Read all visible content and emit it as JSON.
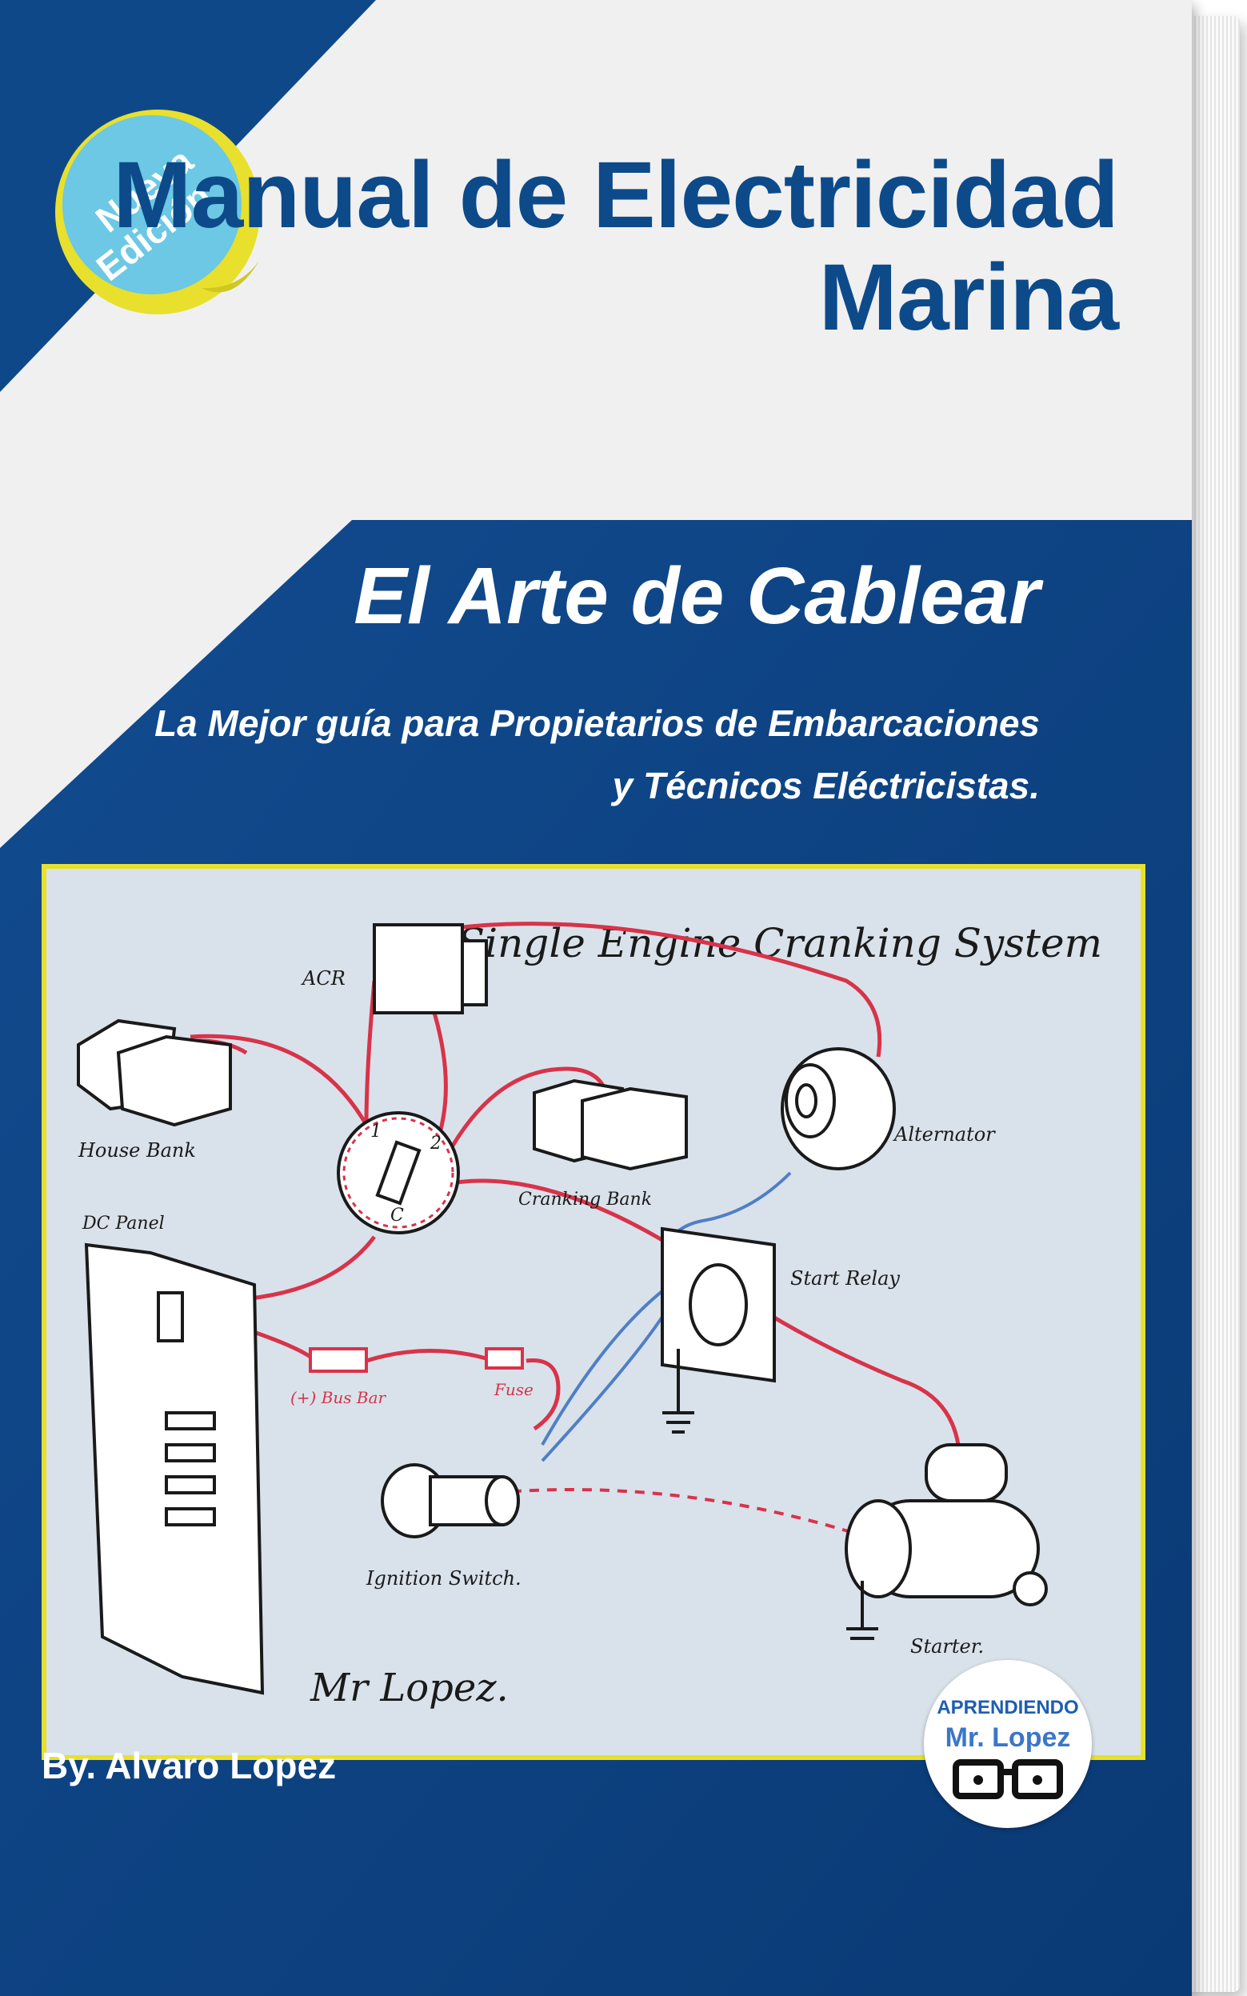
{
  "badge": {
    "line1": "Nueva",
    "line2": "Edición"
  },
  "title": {
    "line1": "Manual de Electricidad",
    "line2": "Marina"
  },
  "subtitle": "El Arte de Cablear",
  "tagline": {
    "line1": "La Mejor guía para Propietarios de Embarcaciones",
    "line2": "y Técnicos Eléctricistas."
  },
  "diagram": {
    "heading": "Single Engine Cranking System",
    "labels": {
      "acr": "ACR",
      "house_bank": "House Bank",
      "cranking_bank": "Cranking Bank",
      "alternator": "Alternator",
      "dc_panel": "DC Panel",
      "bus_bar": "(+) Bus Bar",
      "fuse": "Fuse",
      "start_relay": "Start Relay",
      "ignition_switch": "Ignition Switch.",
      "starter": "Starter.",
      "switch_1": "1",
      "switch_2": "2",
      "switch_c": "C"
    },
    "signature": "Mr Lopez."
  },
  "author": "By. Alvaro Lopez",
  "logo": {
    "line1": "APRENDIENDO",
    "line2": "Mr. Lopez"
  },
  "colors": {
    "navy": "#0b3f7e",
    "title_blue": "#0d4a8a",
    "light_gray": "#f0f0f1",
    "panel_bg": "#d9e2ea",
    "panel_border": "#e8e02c",
    "badge_cyan": "#6cc8e4",
    "badge_yellow": "#e8e02c",
    "wire_red": "#d8334a",
    "wire_blue": "#4f7fc6"
  }
}
